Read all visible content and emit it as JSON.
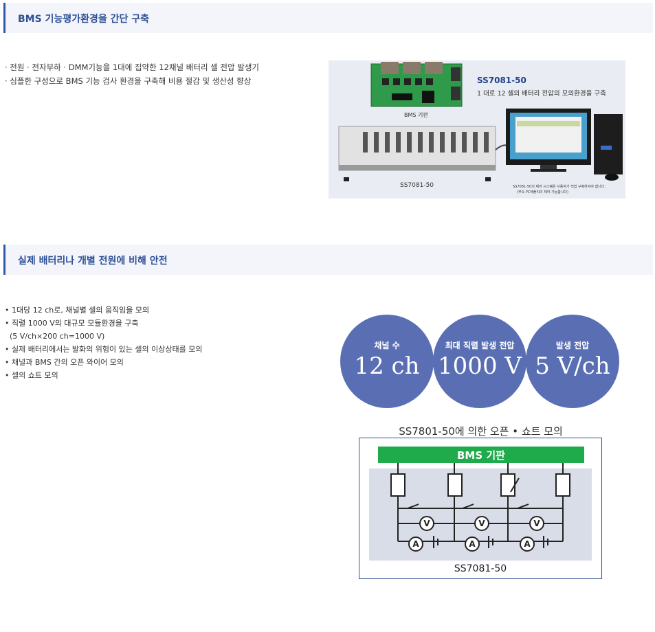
{
  "section1": {
    "title": "BMS 기능평가환경을 간단 구축",
    "bullets": [
      "· 전원 · 전자부하 · DMM기능을 1대에 집약한 12채널 배터리 셀 전압 발생기",
      "· 심플한 구성으로 BMS 기능 검사 환경을 구축해 비용 절감 및 생산성 향상"
    ],
    "image": {
      "model": "SS7081-50",
      "caption": "1 대로 12 셀의 배터리 전압의 모의환경을 구축",
      "board_label": "BMS 기판",
      "device_label": "SS7081-50",
      "note_line1": "SS7081-50의 제어 시스템은 사용자가 직접 구축하셔야 합니다.",
      "note_line2": "(부속 PC애플리의 제어 가능합니다)"
    }
  },
  "section2": {
    "title": "실제 배터리나 개별 전원에 비해 안전",
    "bullets": [
      "• 1대당 12 ch로, 채널별 셀의 움직임을 모의",
      "• 직렬 1000 V의 대규모 모듈환경을 구축",
      "  (5 V/ch×200 ch=1000 V)",
      "• 실제 배터리에서는 발화의 위험이 있는 셀의 이상상태를 모의",
      "• 채널과 BMS 간의 오픈 와이어 모의",
      "• 셀의 쇼트 모의"
    ],
    "circles": [
      {
        "title": "채널 수",
        "value": "12 ch"
      },
      {
        "title": "최대 직렬 발생 전압",
        "value": "1000 V"
      },
      {
        "title": "발생 전압",
        "value": "5 V/ch"
      }
    ],
    "diagram": {
      "title": "SS7801-50에 의한 오픈 • 쇼트 모의",
      "bms_label": "BMS 기판",
      "device_label": "SS7081-50",
      "volt_symbol": "V",
      "amp_symbol": "A"
    }
  },
  "colors": {
    "accent": "#2d5aa8",
    "circle": "#5a6fb3",
    "bms_green": "#1faa4b"
  }
}
